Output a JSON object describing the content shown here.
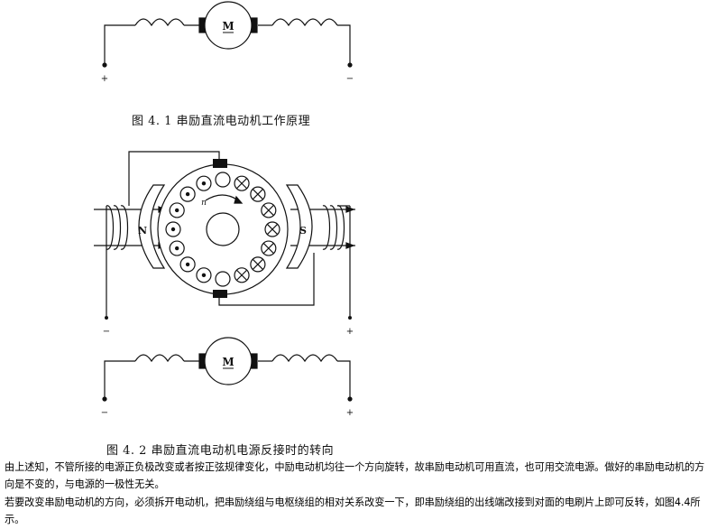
{
  "motor_label": "M",
  "terminals": {
    "plus": "+",
    "minus": "−"
  },
  "poles": {
    "north": "N",
    "south": "S"
  },
  "rotation_label": "n",
  "figures": [
    {
      "caption": "图 4. 1    串励直流电动机工作原理"
    },
    {
      "caption": "图 4. 2    串励直流电动机电源反接时的转向"
    }
  ],
  "paragraphs": [
    "由上述知，不管所接的电源正负极改变或者按正弦规律变化，中励电动机均往一个方向旋转，故串励电动机可用直流，也可用交流电源。做好的串励电动机的方向是不变的，与电源的一极性无关。",
    "若要改变串励电动机的方向，必须拆开电动机，把串励绕组与电枢绕组的相对关系改变一下，即串励绕组的出线端改接到对面的电刷片上即可反转，如图4.4所示。"
  ]
}
